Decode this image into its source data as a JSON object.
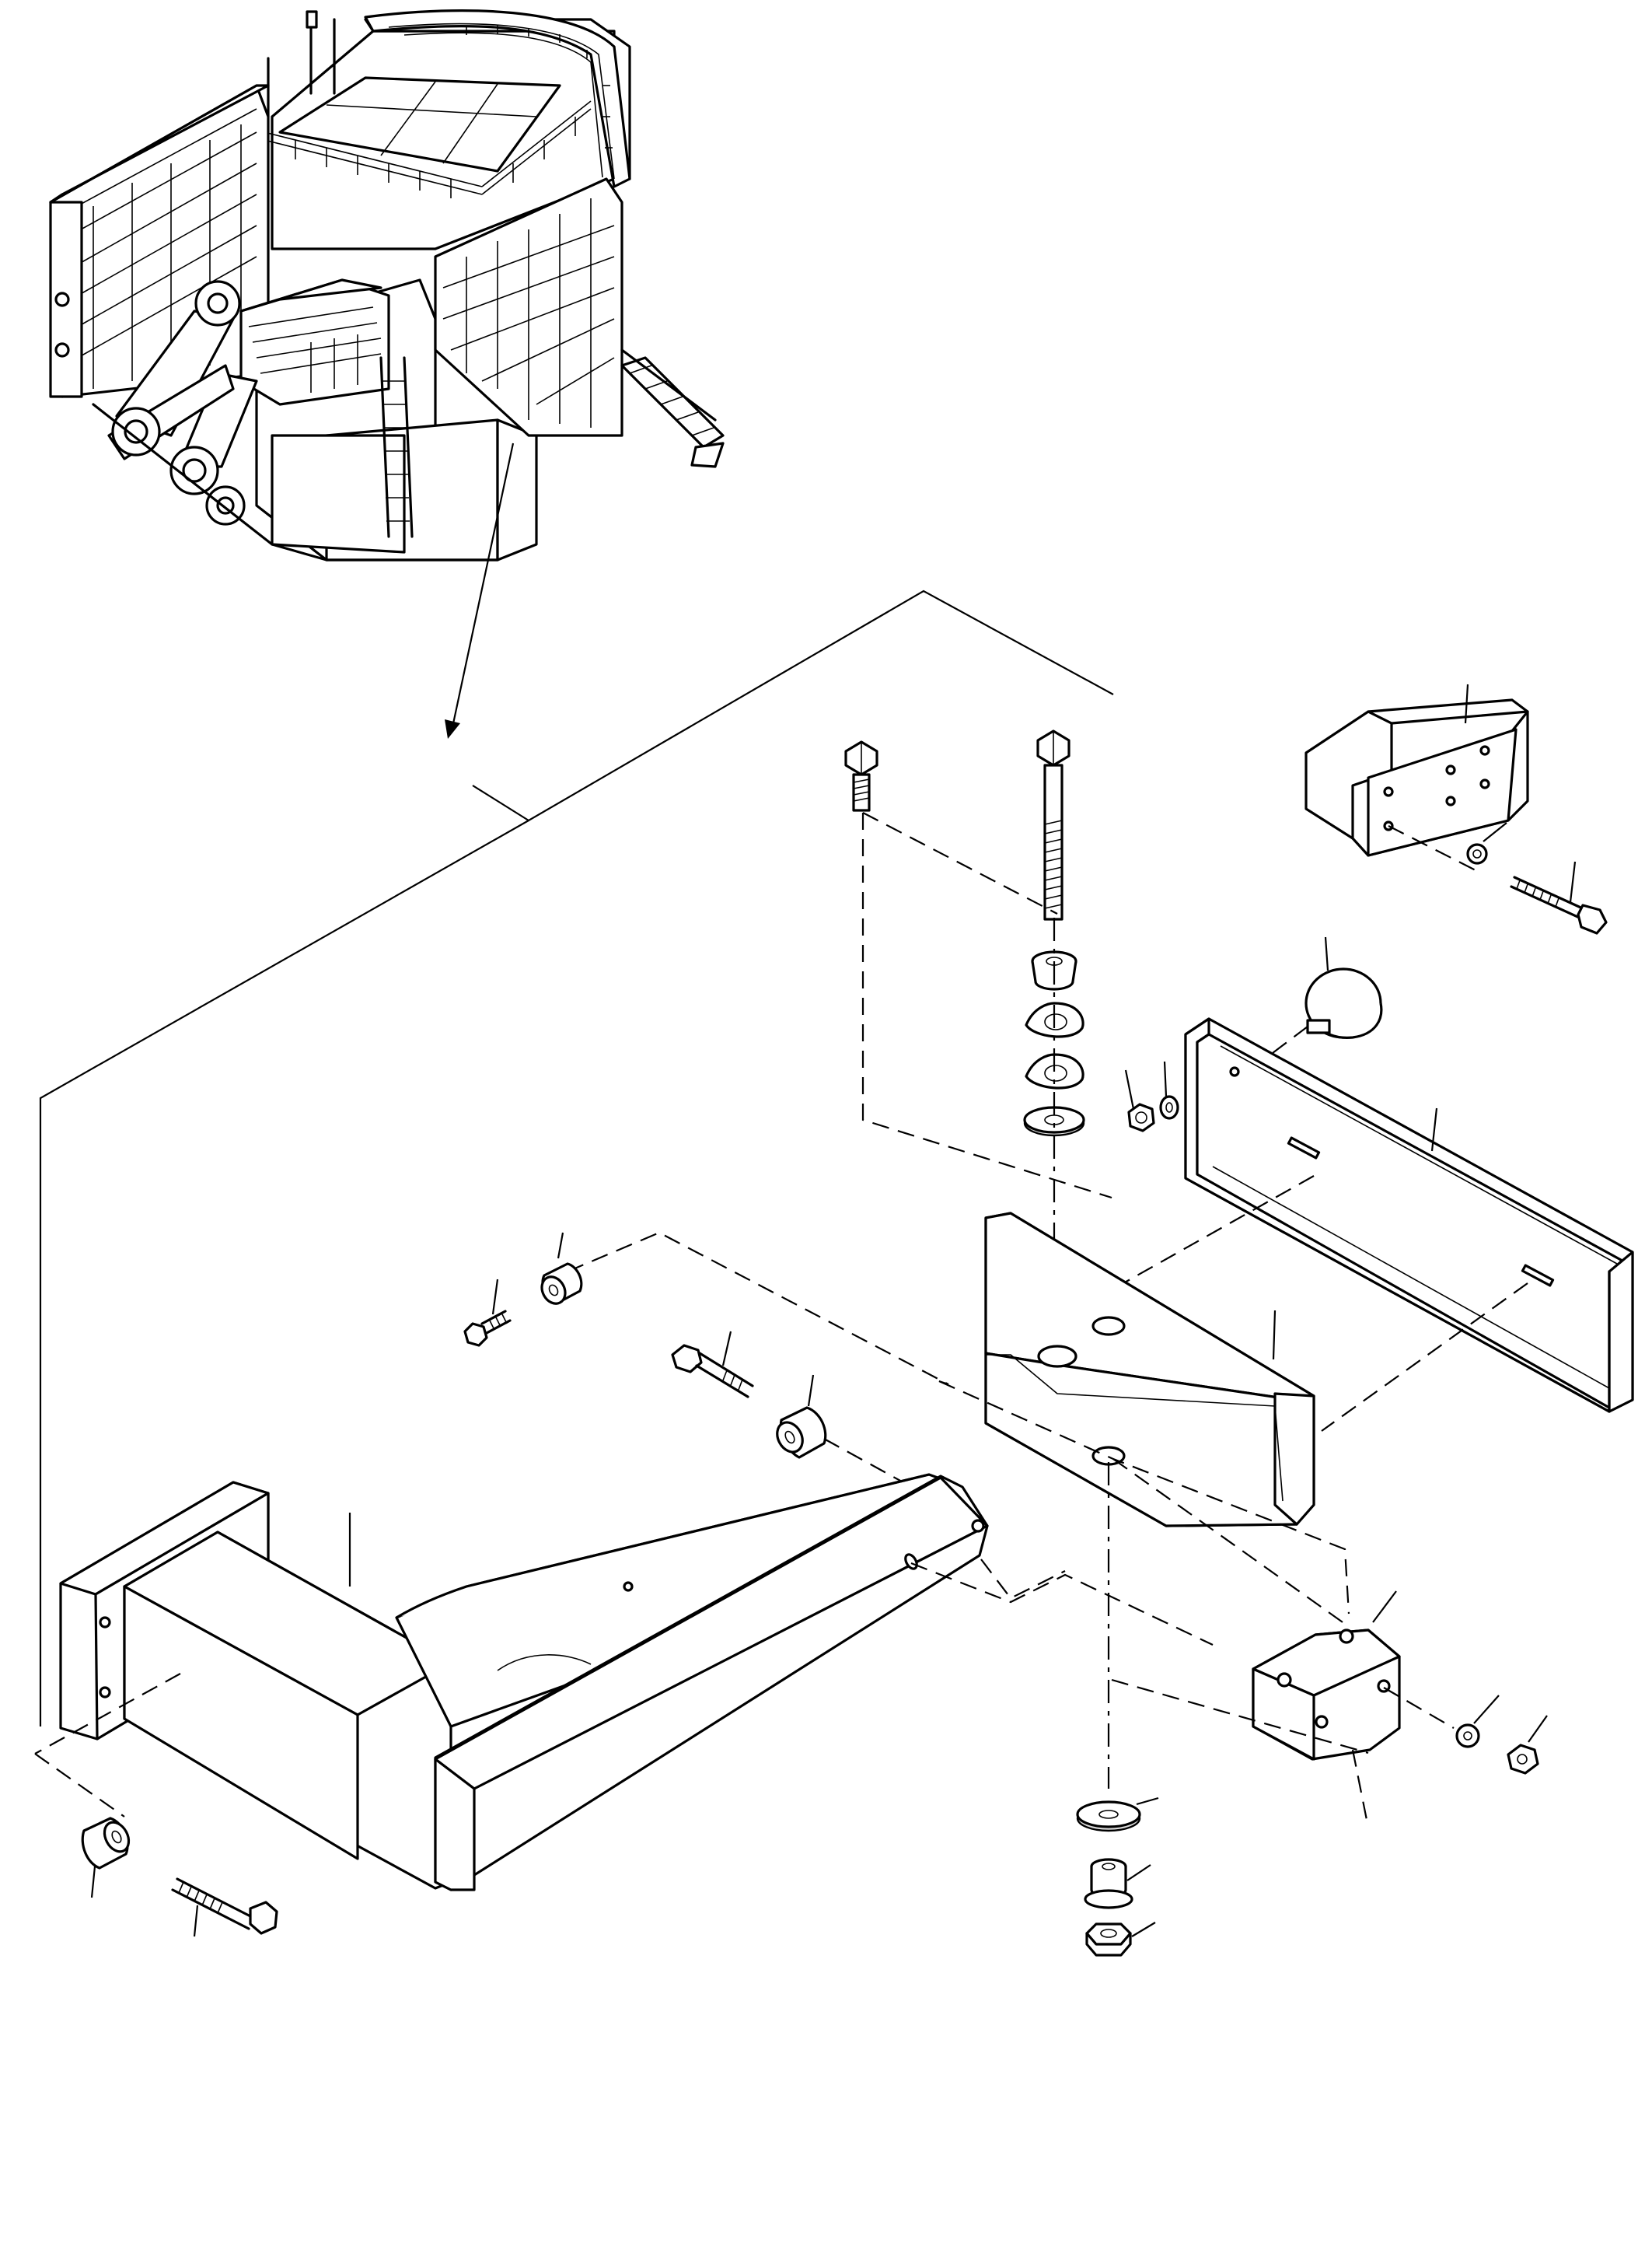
{
  "drawing": {
    "type": "exploded-parts-view",
    "line_color": "#000000",
    "background": "#ffffff",
    "callout_numbers_visible": false
  },
  "views": {
    "overview": {
      "icon": "machine-upper-structure-isometric"
    },
    "detail": {
      "icon": "mounting-bracket-assembly-exploded"
    }
  },
  "parts": [
    {
      "icon": "hex-bolt-short-top"
    },
    {
      "icon": "hex-bolt-long-top"
    },
    {
      "icon": "flanged-bushing"
    },
    {
      "icon": "spherical-washer-upper"
    },
    {
      "icon": "spherical-washer-lower"
    },
    {
      "icon": "flat-washer-upper"
    },
    {
      "icon": "rubber-bumper-block"
    },
    {
      "icon": "lock-washer-bumper"
    },
    {
      "icon": "cap-screw-bumper"
    },
    {
      "icon": "rubber-mount-pad"
    },
    {
      "icon": "hex-nut-pad"
    },
    {
      "icon": "washer-pad"
    },
    {
      "icon": "channel-rail"
    },
    {
      "icon": "cap-screw-small-left"
    },
    {
      "icon": "spacer-sleeve-small"
    },
    {
      "icon": "cap-screw-medium"
    },
    {
      "icon": "spacer-sleeve-medium"
    },
    {
      "icon": "support-bracket"
    },
    {
      "icon": "main-support-arm"
    },
    {
      "icon": "spacer-sleeve-bottom"
    },
    {
      "icon": "cap-screw-long-bottom"
    },
    {
      "icon": "clamp-block"
    },
    {
      "icon": "washer-clamp"
    },
    {
      "icon": "hex-nut-clamp"
    },
    {
      "icon": "flat-washer-lower"
    },
    {
      "icon": "flanged-bushing-lower"
    },
    {
      "icon": "hex-nut-lower"
    }
  ]
}
